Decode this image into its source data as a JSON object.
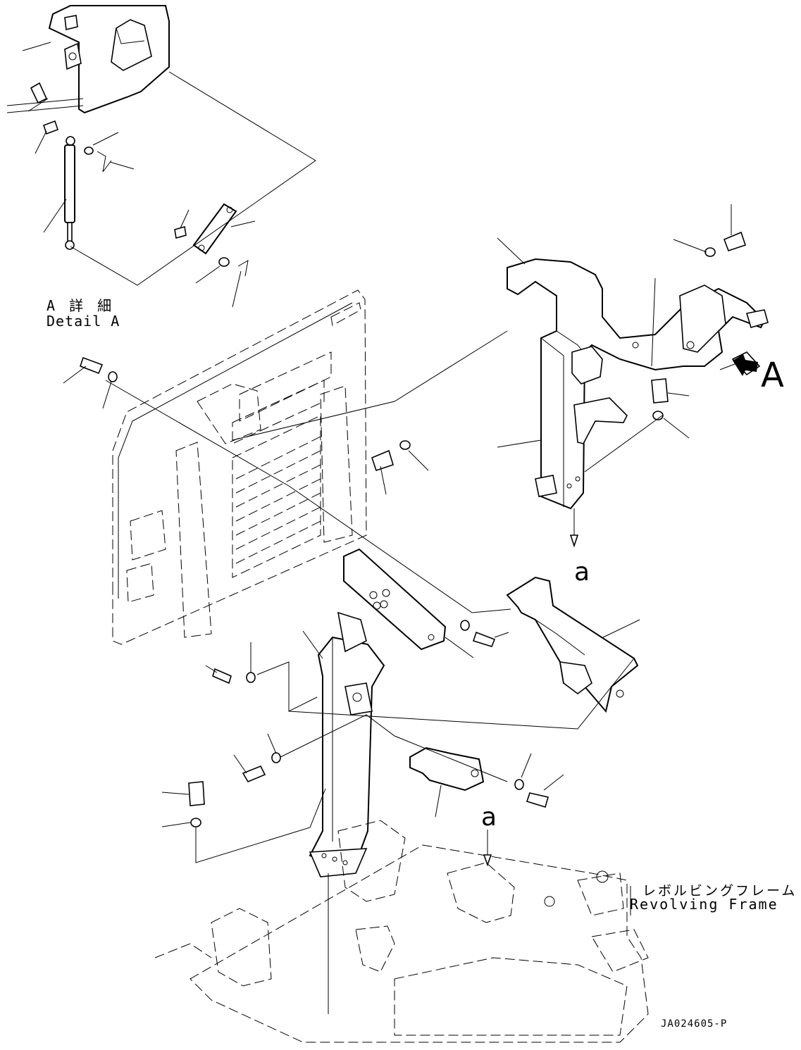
{
  "labels": {
    "detail_a_ja": "A 詳 細",
    "detail_a_en": "Detail A",
    "view_arrow": "A",
    "ref_a_top": "a",
    "ref_a_bottom": "a",
    "revolving_frame_ja": "レボルビングフレーム",
    "revolving_frame_en": "Revolving Frame",
    "drawing_number": "JA024605-P"
  },
  "colors": {
    "line": "#000000",
    "background": "#ffffff"
  }
}
